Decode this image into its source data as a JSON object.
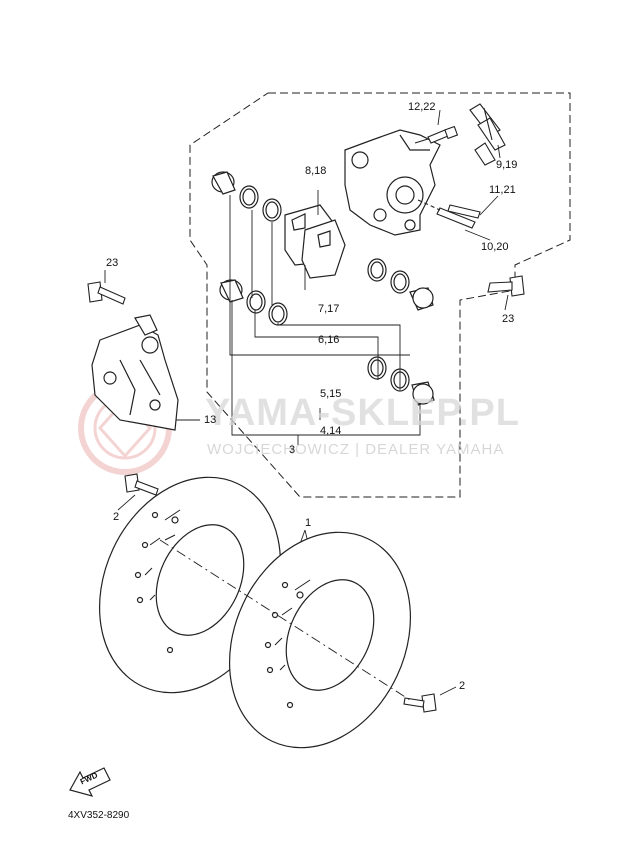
{
  "diagram": {
    "part_labels": [
      {
        "id": "p23a",
        "text": "23"
      },
      {
        "id": "p1222",
        "text": "12,22"
      },
      {
        "id": "p818",
        "text": "8,18"
      },
      {
        "id": "p919",
        "text": "9,19"
      },
      {
        "id": "p1121",
        "text": "11,21"
      },
      {
        "id": "p1020",
        "text": "10,20"
      },
      {
        "id": "p23b",
        "text": "23"
      },
      {
        "id": "p717",
        "text": "7,17"
      },
      {
        "id": "p616",
        "text": "6,16"
      },
      {
        "id": "p13",
        "text": "13"
      },
      {
        "id": "p515",
        "text": "5,15"
      },
      {
        "id": "p414",
        "text": "4,14"
      },
      {
        "id": "p3",
        "text": "3"
      },
      {
        "id": "p2a",
        "text": "2"
      },
      {
        "id": "p1",
        "text": "1"
      },
      {
        "id": "p2b",
        "text": "2"
      }
    ],
    "fwd_label": "FWD",
    "diagram_code": "4XV352-8290"
  },
  "watermark": {
    "title": "YAMA-SKLEP.PL",
    "subtitle": "WOJCIECHOWICZ | DEALER YAMAHA",
    "color": "#e8a0a0"
  }
}
